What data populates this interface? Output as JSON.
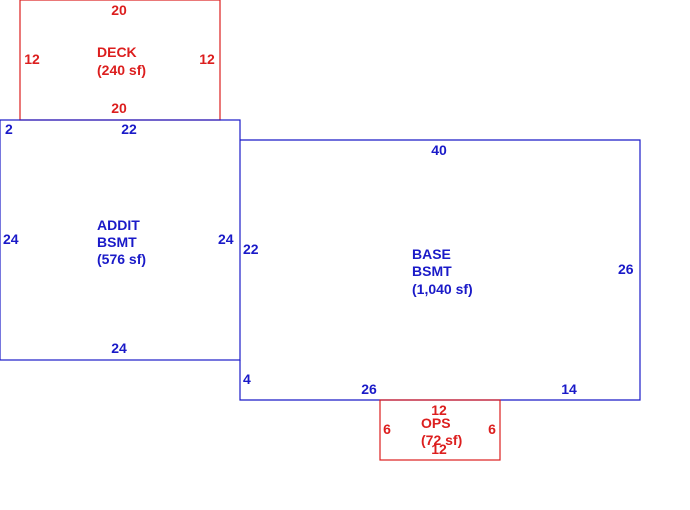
{
  "colors": {
    "blue": "#1a1ac8",
    "red": "#dc1e1e",
    "background": "#ffffff"
  },
  "deck": {
    "name": "DECK",
    "area": "(240 sf)",
    "dims": {
      "top": "20",
      "bottom": "20",
      "left": "12",
      "right": "12"
    }
  },
  "addit": {
    "name_line1": "ADDIT",
    "name_line2": "BSMT",
    "area": "(576 sf)",
    "dims": {
      "top_left": "2",
      "top": "22",
      "left": "24",
      "right": "24",
      "bottom": "24"
    }
  },
  "base": {
    "name_line1": "BASE",
    "name_line2": "BSMT",
    "area": "(1,040 sf)",
    "dims": {
      "top": "40",
      "left": "22",
      "right": "26",
      "bottom_left": "4",
      "bottom_a": "26",
      "bottom_b": "14"
    }
  },
  "ops": {
    "name": "OPS",
    "area": "(72 sf)",
    "dims": {
      "top": "12",
      "bottom": "12",
      "left": "6",
      "right": "6"
    }
  }
}
